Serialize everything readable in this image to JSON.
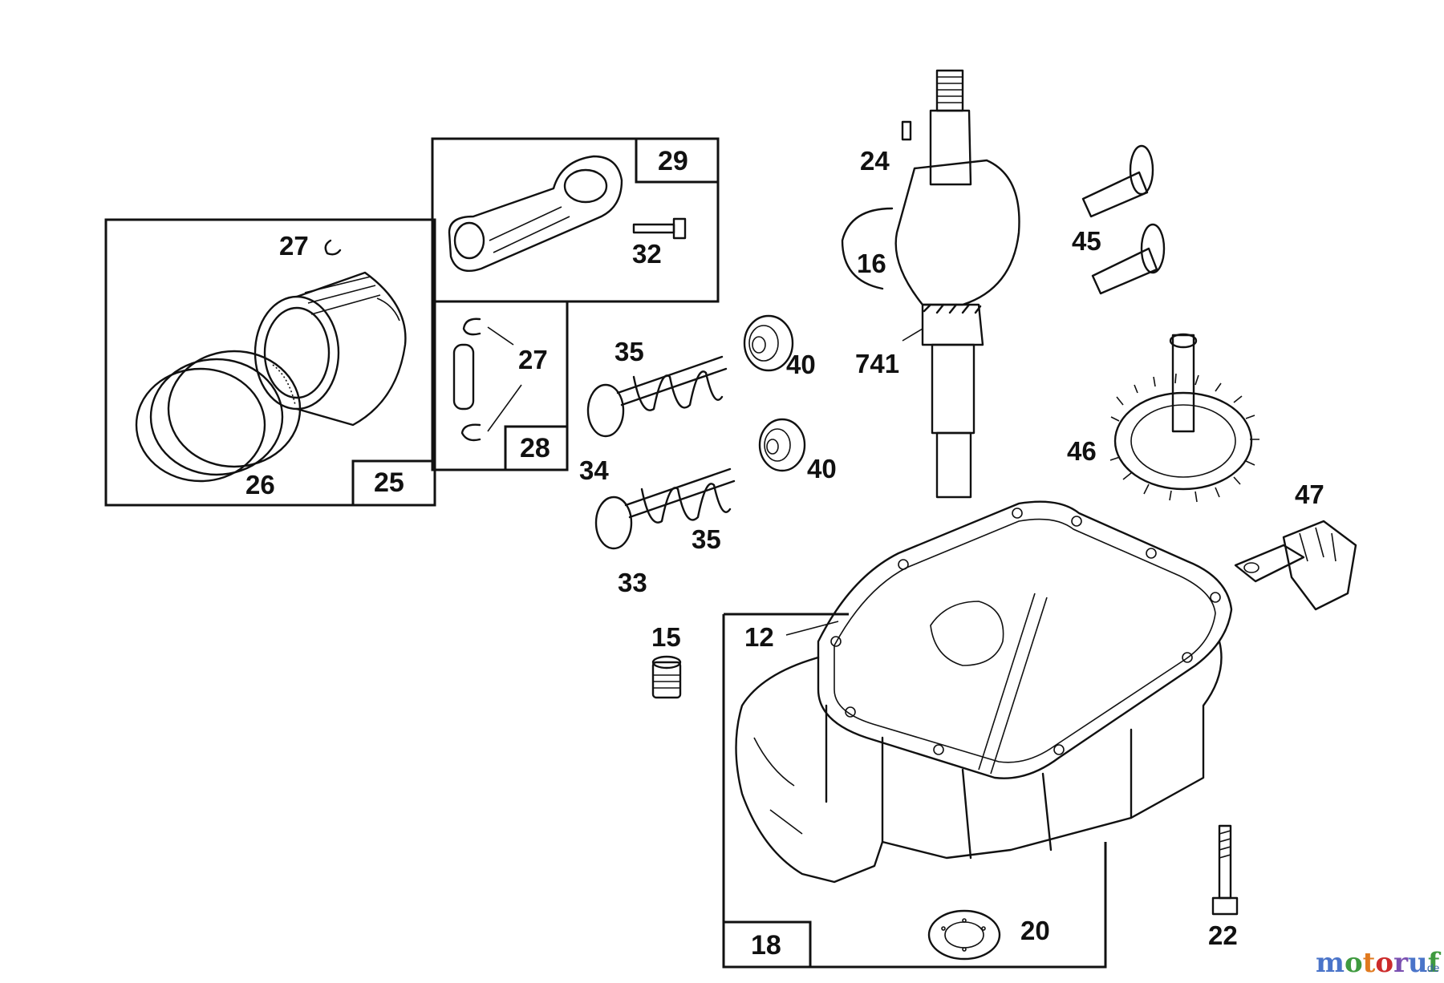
{
  "diagram": {
    "callouts": {
      "c12": "12",
      "c15": "15",
      "c16": "16",
      "c20": "20",
      "c22": "22",
      "c24": "24",
      "c26": "26",
      "c27a": "27",
      "c27b": "27",
      "c32": "32",
      "c33": "33",
      "c34": "34",
      "c35a": "35",
      "c35b": "35",
      "c40a": "40",
      "c40b": "40",
      "c45": "45",
      "c46": "46",
      "c47": "47",
      "c741": "741"
    },
    "boxes": {
      "b18": "18",
      "b25": "25",
      "b28": "28",
      "b29": "29"
    }
  },
  "watermark": {
    "brand": "motoruf",
    "suffix": ".de",
    "colors": [
      "#4a74c9",
      "#3f9a3f",
      "#e07a1f",
      "#cc2b2b",
      "#7a4fb0"
    ]
  }
}
